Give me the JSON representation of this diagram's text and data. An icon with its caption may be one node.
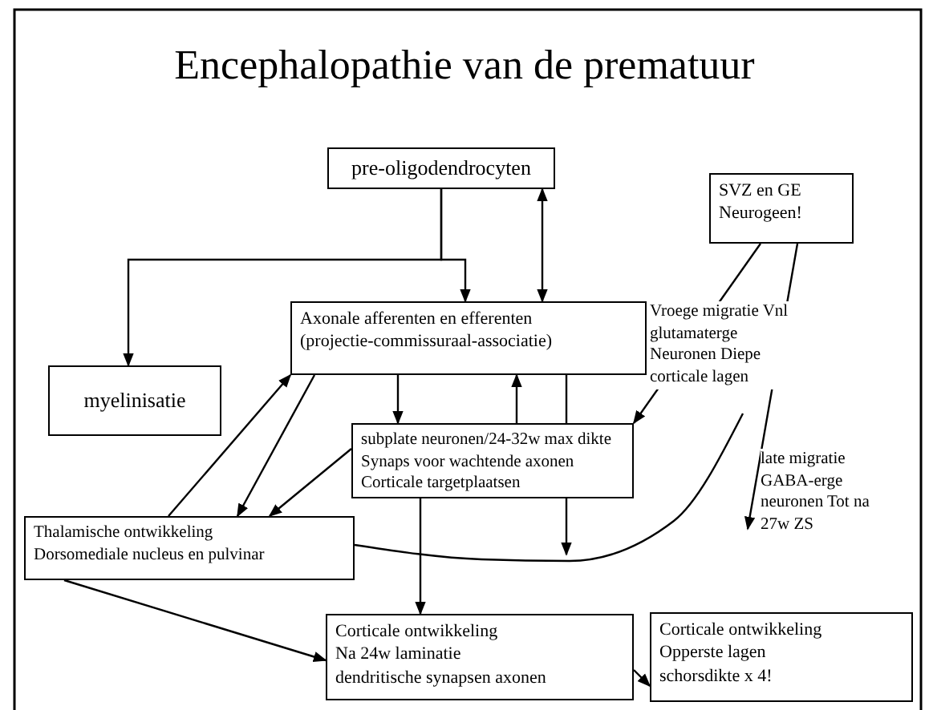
{
  "diagram": {
    "title": "Encephalopathie van de prematuur",
    "nodes": [
      {
        "text": [
          "pre-oligodendrocyten"
        ]
      },
      {
        "text": [
          "SVZ en GE",
          "Neurogeen!"
        ]
      },
      {
        "text": [
          "myelinisatie"
        ]
      },
      {
        "text": [
          "Axonale afferenten en efferenten",
          "(projectie-commissuraal-associatie)"
        ]
      },
      {
        "text": [
          "subplate neuronen/24-32w max dikte",
          "Synaps voor wachtende axonen",
          "Corticale targetplaatsen"
        ]
      },
      {
        "text": [
          "Thalamische ontwikkeling",
          "Dorsomediale nucleus en pulvinar"
        ]
      },
      {
        "text": [
          "Corticale ontwikkeling",
          "Na 24w laminatie",
          "dendritische synapsen axonen"
        ]
      },
      {
        "text": [
          "Corticale ontwikkeling",
          "Opperste lagen",
          "schorsdikte x 4!"
        ]
      }
    ],
    "edges": [
      {
        "from": 0,
        "to": 2,
        "arrow": "to"
      },
      {
        "from": 0,
        "to": 3,
        "arrow": "to"
      },
      {
        "from": 3,
        "to": 0,
        "arrow": "both"
      },
      {
        "from": 3,
        "to": 4,
        "arrow": "to"
      },
      {
        "from": 4,
        "to": 3,
        "arrow": "to"
      },
      {
        "from": 5,
        "to": 3,
        "arrow": "to"
      },
      {
        "from": 3,
        "to": 5,
        "arrow": "to"
      },
      {
        "from": 4,
        "to": 5,
        "arrow": "to"
      },
      {
        "from": 4,
        "to": 6,
        "arrow": "to"
      },
      {
        "from": 3,
        "to": null,
        "arrow": "to"
      },
      {
        "from": 1,
        "to": 4,
        "arrow": "to",
        "label": "Vroege migratie Vnl glutamaterge Neuronen Diepe corticale lagen"
      },
      {
        "from": 1,
        "to": null,
        "arrow": "to",
        "label": "late migratie GABA-erge neuronen Tot na 27w ZS"
      },
      {
        "from": 5,
        "to": null,
        "arrow": "none"
      },
      {
        "from": 5,
        "to": 6,
        "arrow": "to"
      },
      {
        "from": 6,
        "to": 7,
        "arrow": "to"
      }
    ]
  }
}
